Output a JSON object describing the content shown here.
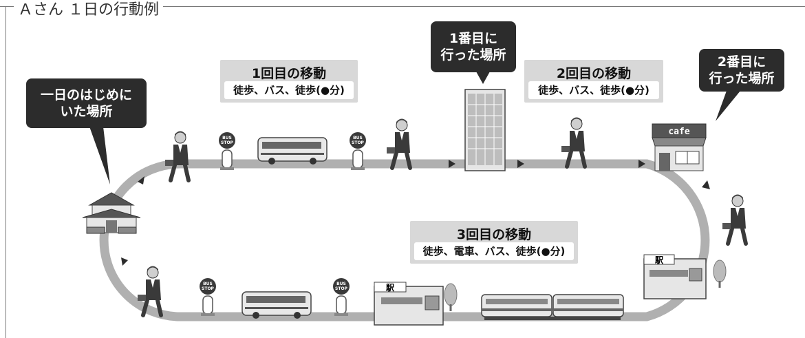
{
  "frame_title": "Ａさん １日の行動例",
  "bubbles": {
    "start": [
      "一日のはじめに",
      "いた場所"
    ],
    "first_place": [
      "1番目に",
      "行った場所"
    ],
    "second_place": [
      "2番目に",
      "行った場所"
    ]
  },
  "moves": [
    {
      "title": "1回目の移動",
      "detail": "徒歩、バス、徒歩(●分)"
    },
    {
      "title": "2回目の移動",
      "detail": "徒歩、バス、徒歩(●分)"
    },
    {
      "title": "3回目の移動",
      "detail": "徒歩、電車、バス、徒歩(●分)"
    }
  ],
  "bus_stop_text": [
    "BUS",
    "STOP"
  ],
  "cafe_sign": "cafe",
  "station_sign": "駅",
  "colors": {
    "track": "#b0b0b0",
    "bubble": "#2c2c2c",
    "move_box": "#d8d8d8",
    "building": "#e6e6e6",
    "dark": "#333333"
  },
  "icons": [
    "house-icon",
    "person-walking-icon",
    "bus-stop-icon",
    "bus-icon",
    "office-building-icon",
    "cafe-icon",
    "station-icon",
    "train-icon",
    "tree-icon",
    "arrow-icon"
  ]
}
